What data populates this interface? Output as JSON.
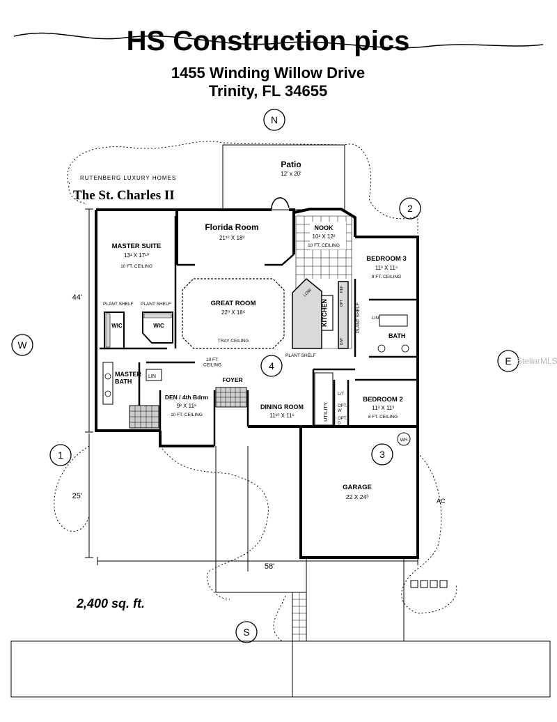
{
  "header": {
    "title": "HS Construction pics",
    "address_line1": "1455 Winding Willow Drive",
    "address_line2": "Trinity, FL 34655"
  },
  "builder": "RUTENBERG LUXURY HOMES",
  "model_name": "The St. Charles II",
  "compass": {
    "n": "N",
    "s": "S",
    "e": "E",
    "w": "W"
  },
  "markers": [
    "1",
    "2",
    "3",
    "4"
  ],
  "watermark": "StellarMLS",
  "dimensions": {
    "depth_house": "44'",
    "depth_front": "25'",
    "width": "58'"
  },
  "area": "2,400 sq. ft.",
  "rooms": {
    "patio": {
      "name": "Patio",
      "size": "12' x 20'"
    },
    "florida_room": {
      "name": "Florida Room",
      "size": "21¹⁰ X 18³"
    },
    "nook": {
      "name": "NOOK",
      "size": "10² X 12²",
      "note": "10 FT. CEILING"
    },
    "master_suite": {
      "name": "MASTER SUITE",
      "size": "13¹ X 17¹⁰",
      "note": "10 FT. CEILING"
    },
    "great_room": {
      "name": "GREAT ROOM",
      "size": "22⁰ X 18⁶",
      "note": "TRAY CEILING"
    },
    "kitchen": {
      "name": "KITCHEN"
    },
    "bedroom3": {
      "name": "BEDROOM 3",
      "size": "11³ X 11⁴",
      "note": "8 FT. CEILING"
    },
    "bedroom2": {
      "name": "BEDROOM 2",
      "size": "11³ X 11³",
      "note": "8 FT. CEILING"
    },
    "bath": {
      "name": "BATH"
    },
    "master_bath": {
      "name": "MASTER\nBATH"
    },
    "den": {
      "name": "DEN / 4th Bdrm",
      "size": "9³ X 11⁹",
      "note": "10 FT. CEILING"
    },
    "foyer": {
      "name": "FOYER"
    },
    "dining": {
      "name": "DINING ROOM",
      "size": "11¹⁰ X 11⁶"
    },
    "garage": {
      "name": "GARAGE",
      "size": "22  X 24³"
    },
    "utility": {
      "name": "UTILITY"
    }
  },
  "labels": {
    "plant_shelf": "PLANT SHELF",
    "wic": "WIC",
    "lin": "LIN",
    "ten_ft_ceiling": "10 FT.\nCEILING",
    "wh": "WH",
    "ac": "AC",
    "lt": "L/T",
    "opt_w": "OPT.\nW",
    "opt_d": "OPT.\nD",
    "low": "LOW",
    "ref": "REF",
    "opt": "OPT",
    "dw": "D/W"
  }
}
